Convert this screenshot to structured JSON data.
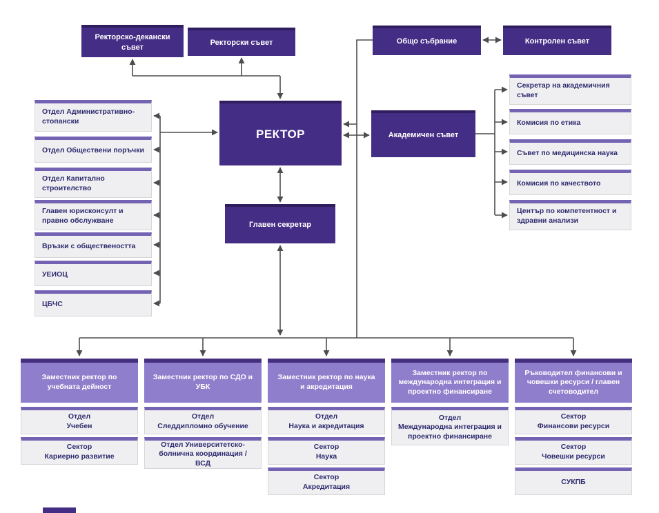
{
  "colors": {
    "dark_purple": "#442d85",
    "darker_purple": "#2f1d5e",
    "medium_purple": "#8f7ecb",
    "stripe_purple": "#7463b3",
    "box_gray": "#efeff1",
    "line_gray": "#4d4d4d",
    "unit_text": "#2d2a6e"
  },
  "top_row": {
    "rektorsko_dekanski": "Ректорско-декански съвет",
    "rektorski": "Ректорски съвет",
    "obshto_sabranie": "Общо събрание",
    "kontrolen_savet": "Контролен съвет"
  },
  "center": {
    "rektor": "РЕКТОР",
    "akademichen_savet": "Академичен съвет",
    "glaven_sekretar": "Главен секретар"
  },
  "left_units": [
    "Отдел Административно-стопански",
    "Отдел Обществени поръчки",
    "Отдел Капитално строителство",
    "Главен юрисконсулт и правно обслужване",
    "Връзки с обществеността",
    "УЕИОЦ",
    "ЦБЧС"
  ],
  "right_units": [
    "Секретар на академичния съвет",
    "Комисия по етика",
    "Съвет по медицинска наука",
    "Комисия по качеството",
    "Център по компетентност и здравни анализи"
  ],
  "bottom_groups": [
    {
      "header": "Заместник ректор по учебната дейност",
      "units": [
        "Отдел\nУчебен",
        "Сектор\nКариерно развитие"
      ]
    },
    {
      "header": "Заместник ректор по СДО и УБК",
      "units": [
        "Отдел\nСледдипломно обучение",
        "Отдел Университетско-\nболнична координация / ВСД"
      ]
    },
    {
      "header": "Заместник ректор по наука и акредитация",
      "units": [
        "Отдел\nНаука и акредитация",
        "Сектор\nНаука",
        "Сектор\nАкредитация"
      ]
    },
    {
      "header": "Заместник ректор по международна интеграция и проектно финансиране",
      "units": [
        "Отдел\nМеждународна интеграция и\nпроектно финансиране"
      ]
    },
    {
      "header": "Ръководител финансови и човешки ресурси / главен счетоводител",
      "units": [
        "Сектор\nФинансови ресурси",
        "Сектор\nЧовешки ресурси",
        "СУКПБ"
      ]
    }
  ]
}
